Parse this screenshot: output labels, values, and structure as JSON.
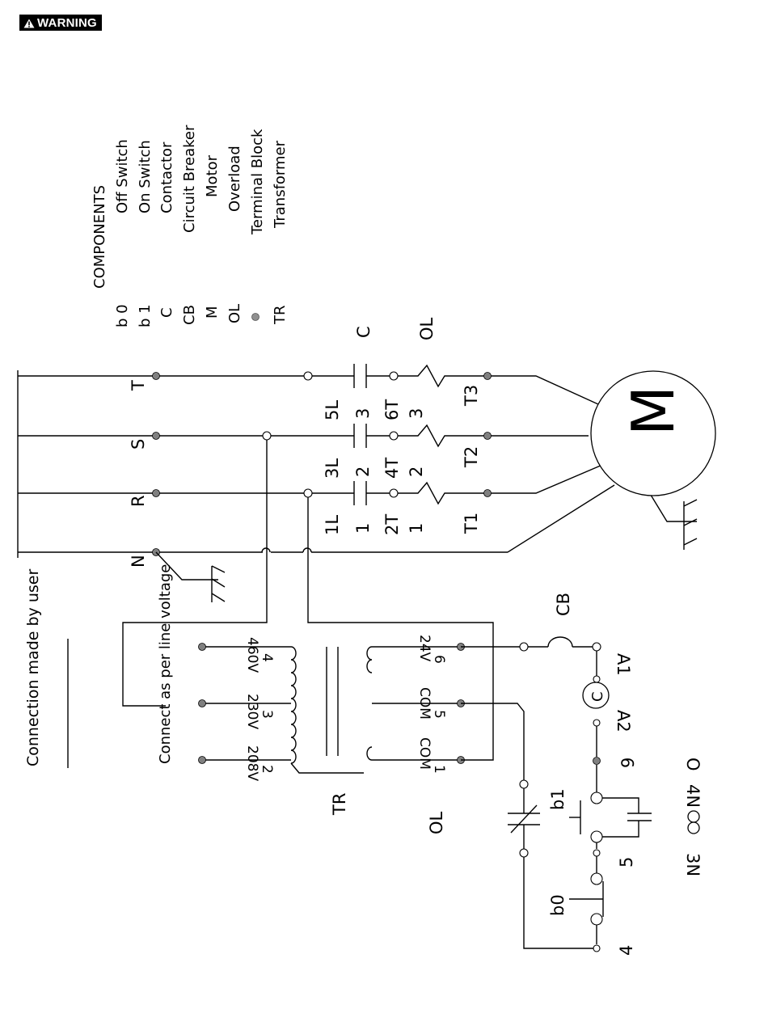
{
  "warning": {
    "label": "WARNING"
  },
  "components": {
    "heading": "COMPONENTS",
    "rows": [
      {
        "code": "b 0",
        "name": "Off Switch"
      },
      {
        "code": "b 1",
        "name": "On Switch"
      },
      {
        "code": "C",
        "name": "Contactor"
      },
      {
        "code": "CB",
        "name": "Circuit Breaker"
      },
      {
        "code": "M",
        "name": "Motor"
      },
      {
        "code": "OL",
        "name": "Overload"
      },
      {
        "code": "",
        "name": "Terminal Block",
        "symbol": "terminal-dot-icon"
      },
      {
        "code": "TR",
        "name": "Transformer"
      }
    ]
  },
  "lines": {
    "n": "N",
    "r": "R",
    "s": "S",
    "t": "T"
  },
  "contactor": {
    "label": "C",
    "pole1": {
      "line": "1L",
      "num": "1",
      "load": "2T",
      "load_num": "1"
    },
    "pole2": {
      "line": "3L",
      "num": "2",
      "load": "4T",
      "load_num": "2"
    },
    "pole3": {
      "line": "5L",
      "num": "3",
      "load": "6T",
      "load_num": "3"
    }
  },
  "overload": {
    "label": "OL"
  },
  "motor": {
    "label": "M",
    "terminals": [
      "T1",
      "T2",
      "T3"
    ]
  },
  "user_note": "Connection made by user",
  "line_voltage_note": "Connect as per line voltage",
  "transformer": {
    "label": "TR",
    "primary": [
      {
        "num": "2",
        "volt": "208V"
      },
      {
        "num": "3",
        "volt": "230V"
      },
      {
        "num": "4",
        "volt": "460V"
      }
    ],
    "secondary": [
      {
        "num": "1",
        "volt": "COM"
      },
      {
        "num": "5",
        "volt": "COM"
      },
      {
        "num": "6",
        "volt": "24V"
      }
    ]
  },
  "control": {
    "cb": "CB",
    "ol": "OL",
    "coil": "C",
    "a1": "A1",
    "a2": "A2",
    "t9": "9",
    "t5": "5",
    "t4": "4",
    "b0": "b0",
    "b1": "b1",
    "aux_labels": {
      "n3": "3N",
      "n4": "4N",
      "o": "O"
    }
  }
}
